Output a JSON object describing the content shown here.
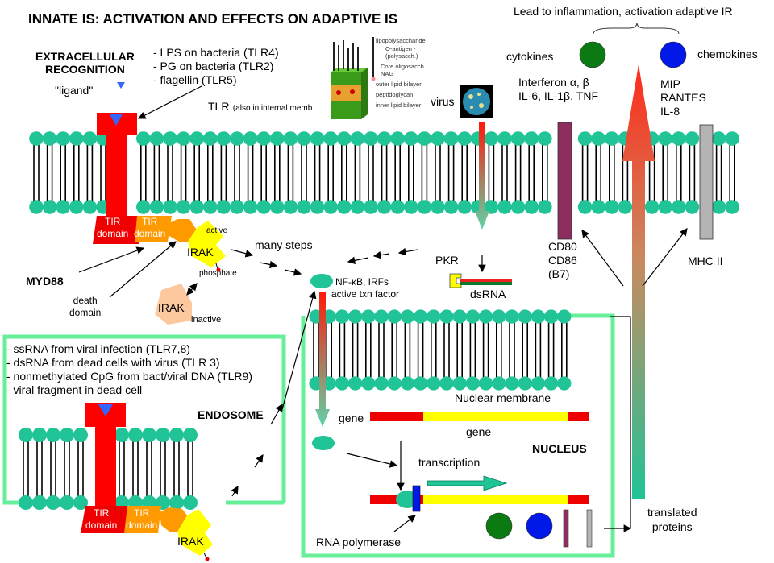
{
  "title": "INNATE IS:  ACTIVATION AND EFFECTS ON ADAPTIVE IS",
  "extracellular": {
    "heading_line1": "EXTRACELLULAR",
    "heading_line2": "RECOGNITION",
    "ligand_label": "\"ligand\"",
    "ligands": [
      "- LPS on bacteria (TLR4)",
      "- PG on bacteria (TLR2)",
      "- flagellin (TLR5)"
    ],
    "tlr_label": "TLR",
    "tlr_note": "(also in internal memb"
  },
  "bacteria_figure": {
    "labels": [
      "lipopolysaccharide",
      "O-antigen -",
      "(polysacch.)",
      "Core oligosacch.",
      "NAG",
      "outer lipid bilayer",
      "peptidoglycan",
      "inner lipid bilayer"
    ]
  },
  "virus_label": "virus",
  "signaling": {
    "tir_domain_line1": "TIR",
    "tir_domain_line2": "domain",
    "irak_label": "IRAK",
    "active_label": "active",
    "inactive_label": "inactive",
    "phosphate_label": "phosphate",
    "myd88_label": "MYD88",
    "death_domain_line1": "death",
    "death_domain_line2": "domain",
    "many_steps_label": "many steps",
    "pkr_label": "PKR",
    "dsrna_label": "dsRNA",
    "txn_factor_line1": "NF-κB, IRFs",
    "txn_factor_line2": "active txn factor"
  },
  "outputs": {
    "header": "Lead to inflammation, activation adaptive IR",
    "cytokines_label": "cytokines",
    "chemokines_label": "chemokines",
    "cytokines_list": [
      "Interferon α, β",
      "IL-6, IL-1β, TNF"
    ],
    "chemokines_list": [
      "MIP",
      "RANTES",
      "IL-8"
    ],
    "costim_list": [
      "CD80",
      "CD86",
      "(B7)"
    ],
    "mhc_label": "MHC II",
    "colors": {
      "cytokine": "#0b7a12",
      "chemokine": "#0018e8",
      "costim": "#8e2e5f",
      "mhc": "#b4b4b4"
    }
  },
  "endosome": {
    "ligands": [
      "- ssRNA from viral infection (TLR7,8)",
      "- dsRNA from dead cells with virus (TLR 3)",
      "- nonmethylated CpG from bact/viral DNA (TLR9)",
      "- viral fragment in dead cell"
    ],
    "label": "ENDOSOME"
  },
  "nucleus": {
    "membrane_label": "Nuclear membrane",
    "gene_label_left": "gene",
    "gene_label_below": "gene",
    "label": "NUCLEUS",
    "transcription_label": "transcription",
    "rna_polymerase_label": "RNA polymerase",
    "translated_line1": "translated",
    "translated_line2": "proteins"
  },
  "colors": {
    "lipid_head": "#20c497",
    "tlr": "#ff0000",
    "tir_myd88": "#ff9900",
    "irak_active": "#ffff00",
    "irak_inactive": "#fcc99f",
    "compartment_border": "#66ee99",
    "ligand": "#3366ff"
  }
}
